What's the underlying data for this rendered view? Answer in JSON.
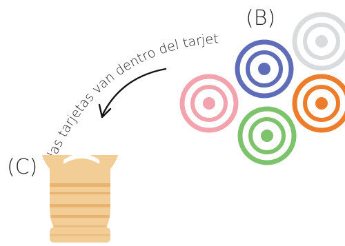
{
  "labels": {
    "b": "(B)",
    "c": "(C)",
    "caption": "las tarjetas van dentro del tarjetero"
  },
  "targets": [
    {
      "name": "gray-target",
      "color": "#d9dbdd"
    },
    {
      "name": "blue-target",
      "color": "#5f6db8"
    },
    {
      "name": "pink-target",
      "color": "#f3a3ad"
    },
    {
      "name": "orange-target",
      "color": "#ee7d2b"
    },
    {
      "name": "green-target",
      "color": "#7dc36b"
    }
  ],
  "holder": {
    "wood_color": "#f2cd96",
    "stripe_color": "#e8b36e",
    "card_color": "#5f6db8"
  }
}
